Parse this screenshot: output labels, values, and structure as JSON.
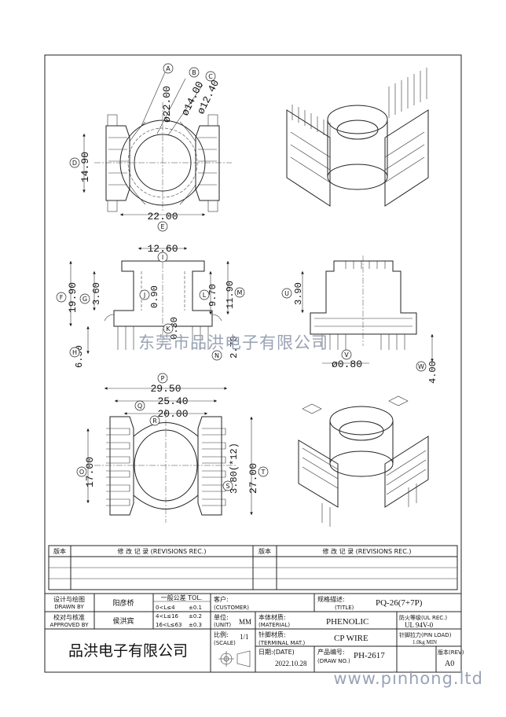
{
  "watermark": "东莞市品洪电子有限公司",
  "website": "www.pinhong.ltd",
  "top_view": {
    "dims": {
      "d22": "ø22.00",
      "d14": "ø14.00",
      "d12": "ø12.40",
      "w1490": "14.90",
      "w2200": "22.00"
    },
    "balloons": {
      "a": "A",
      "b": "B",
      "c": "C",
      "d": "D",
      "e": "E"
    }
  },
  "front_view": {
    "dims": {
      "d1260": "12.60",
      "d1990": "19.90",
      "d360": "3.60",
      "d090": "0.90",
      "d970": "9.70",
      "d1190": "11.90",
      "d030": "0.30",
      "d630": "6.30",
      "d270": "2.70"
    },
    "balloons": {
      "f": "F",
      "g": "G",
      "h": "H",
      "i": "I",
      "j": "J",
      "k": "K",
      "l": "L",
      "m": "M",
      "n": "N"
    }
  },
  "side_view": {
    "dims": {
      "d390": "3.90",
      "d080": "ø0.80",
      "d400": "4.00"
    },
    "balloons": {
      "u": "U",
      "v": "V",
      "w": "W"
    }
  },
  "bottom_view": {
    "dims": {
      "d2950": "29.50",
      "d2540": "25.40",
      "d2000": "20.00",
      "d1700": "17.00",
      "d380": "3.80(*12)",
      "d2700": "27.00"
    },
    "balloons": {
      "p": "P",
      "q": "Q",
      "r": "R",
      "o": "O",
      "s": "S",
      "t": "T"
    }
  },
  "revisions": {
    "col1": "版本",
    "col2": "修 改 记 录 (REVISIONS REC.)",
    "col3": "版本",
    "col4": "修 改 记 录 (REVISIONS REC.)"
  },
  "title_block": {
    "drawn_label_cn": "设计与绘图",
    "drawn_label_en": "DRAWN BY",
    "drawn_by": "阳彦桥",
    "approved_label_cn": "校对与核准",
    "approved_label_en": "APPROVED BY",
    "approved_by": "侯洪宾",
    "tol_header": "一般公差 TOL.",
    "tol_rows": [
      {
        "range": "0<L≤4",
        "val": "±0.1"
      },
      {
        "range": "4<L≤16",
        "val": "±0.2"
      },
      {
        "range": "16<L≤63",
        "val": "±0.3"
      }
    ],
    "customer_label": "客户:",
    "customer_label_en": "(CUSTOMER)",
    "customer": "",
    "unit_label": "单位:",
    "unit_label_en": "(UNIT)",
    "unit": "MM",
    "scale_label": "比例:",
    "scale_label_en": "(SCALE)",
    "scale": "1/1",
    "title_label": "规格描述:",
    "title_label_en": "(TITLE)",
    "title": "PQ-26(7+7P)",
    "material_label": "本体材质:",
    "material_label_en": "(MATERIAL)",
    "material": "PHENOLIC",
    "terminal_label": "针脚材质:",
    "terminal_label_en": "(TERMINAL MAT.)",
    "terminal": "CP WIRE",
    "date_label": "日期:(DATE)",
    "date": "2022.10.28",
    "drawno_label": "产品编号:",
    "drawno_label_en": "(DRAW NO.)",
    "drawno": "PH-2617",
    "ul_label": "防火等级(UL REC.)",
    "ul": "UL 94V-0",
    "pinload_label": "针脚拉力(PIN LOAD)",
    "pinload": "1.0kg MIN",
    "rev_label": "版本(REV)",
    "rev": "A0",
    "company": "品洪电子有限公司"
  }
}
